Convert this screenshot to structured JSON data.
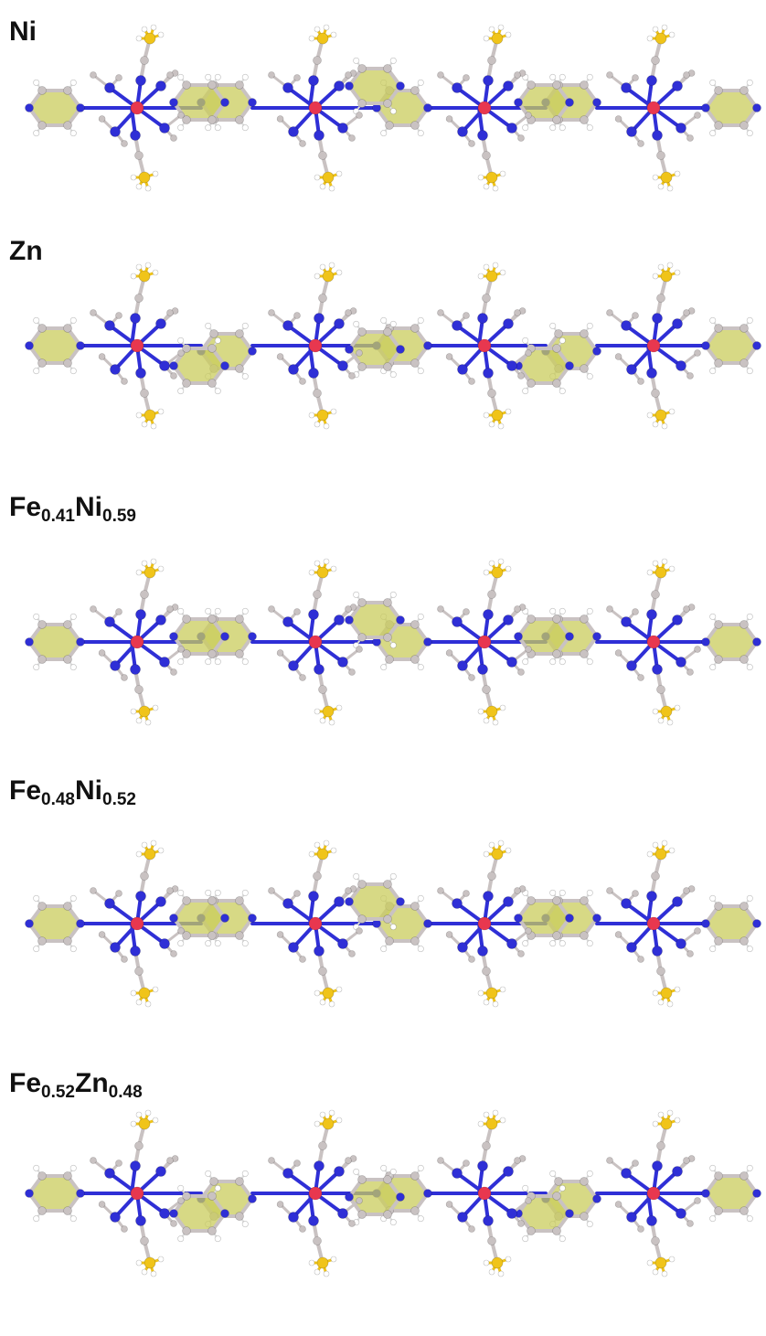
{
  "panels": [
    {
      "id": "ni",
      "parts": [
        {
          "el": "Ni",
          "sub": ""
        }
      ]
    },
    {
      "id": "zn",
      "parts": [
        {
          "el": "Zn",
          "sub": ""
        }
      ]
    },
    {
      "id": "feni1",
      "parts": [
        {
          "el": "Fe",
          "sub": "0.41"
        },
        {
          "el": "Ni",
          "sub": "0.59"
        }
      ]
    },
    {
      "id": "feni2",
      "parts": [
        {
          "el": "Fe",
          "sub": "0.48"
        },
        {
          "el": "Ni",
          "sub": "0.52"
        }
      ]
    },
    {
      "id": "fezn",
      "parts": [
        {
          "el": "Fe",
          "sub": "0.52"
        },
        {
          "el": "Zn",
          "sub": "0.48"
        }
      ]
    }
  ],
  "colors": {
    "metal": "#e8374f",
    "nitrogen": "#2f2fd6",
    "carbon": "#c9c2c2",
    "hydrogen": "#ffffff",
    "sulfur": "#f0c419",
    "ring_fill": "#c9cc5c"
  }
}
